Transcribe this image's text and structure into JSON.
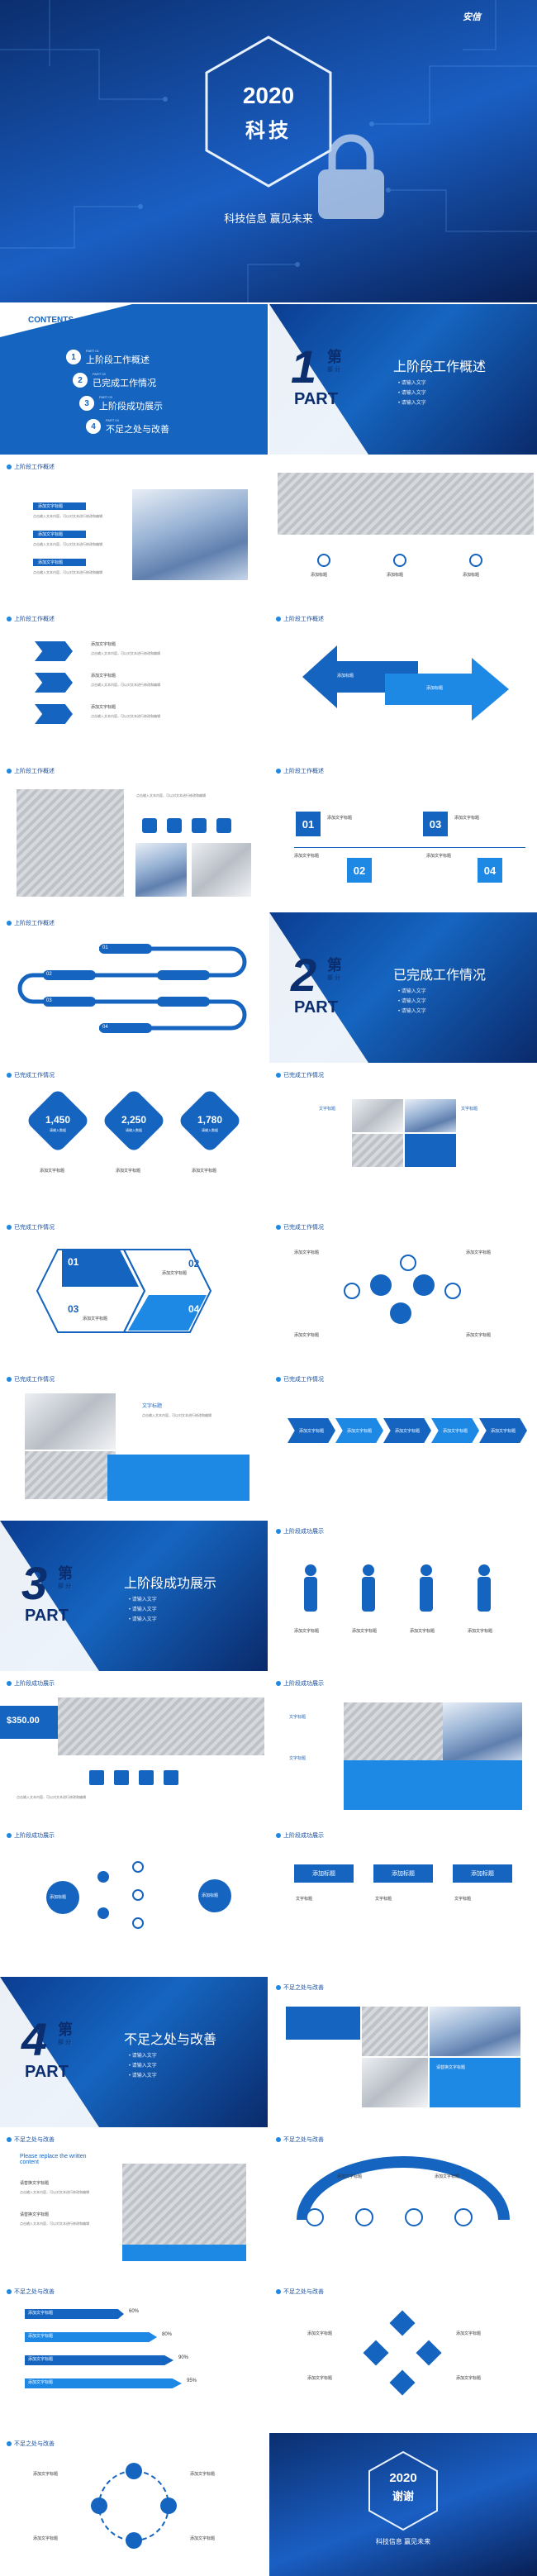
{
  "cover": {
    "year": "2020",
    "title": "科技",
    "subtitle": "科技信息 赢见未来",
    "logo": "安信"
  },
  "contents": {
    "heading": "CONTENTS",
    "items": [
      {
        "num": "1",
        "tag": "PART 01",
        "label": "上阶段工作概述"
      },
      {
        "num": "2",
        "tag": "PART 02",
        "label": "已完成工作情况"
      },
      {
        "num": "3",
        "tag": "PART 03",
        "label": "上阶段成功展示"
      },
      {
        "num": "4",
        "tag": "PART 04",
        "label": "不足之处与改善"
      }
    ]
  },
  "parts": [
    {
      "num": "1",
      "di": "第",
      "bufen": "部 分",
      "part": "PART",
      "title": "上阶段工作概述",
      "bullets": [
        "请输入文字",
        "请输入文字",
        "请输入文字"
      ]
    },
    {
      "num": "2",
      "di": "第",
      "bufen": "部 分",
      "part": "PART",
      "title": "已完成工作情况",
      "bullets": [
        "请输入文字",
        "请输入文字",
        "请输入文字"
      ]
    },
    {
      "num": "3",
      "di": "第",
      "bufen": "部 分",
      "part": "PART",
      "title": "上阶段成功展示",
      "bullets": [
        "请输入文字",
        "请输入文字",
        "请输入文字"
      ]
    },
    {
      "num": "4",
      "di": "第",
      "bufen": "部 分",
      "part": "PART",
      "title": "不足之处与改善",
      "bullets": [
        "请输入文字",
        "请输入文字",
        "请输入文字"
      ]
    }
  ],
  "headers": {
    "p1": "上阶段工作概述",
    "p2": "已完成工作情况",
    "p3": "上阶段成功展示",
    "p4": "不足之处与改善"
  },
  "common": {
    "add_title": "添加标题",
    "add_text_title": "添加文字标题",
    "text_title": "文字标题",
    "text_content": "请输入文字",
    "input_text": "点击此处添加文字",
    "input_text_long": "点击输入文本内容，可以对文本进行修改和编辑",
    "placeholder_en": "Please replace the written content",
    "replace_title": "请替换文字标题"
  },
  "stats": {
    "values": [
      "1,450",
      "2,250",
      "1,780"
    ],
    "caption": "请输入数据"
  },
  "numbers": [
    "01",
    "02",
    "03",
    "04"
  ],
  "price": "$350.00",
  "percents": [
    "60%",
    "80%",
    "90%",
    "95%"
  ],
  "closing": {
    "year": "2020",
    "thanks": "谢谢",
    "subtitle": "科技信息 赢见未来"
  }
}
